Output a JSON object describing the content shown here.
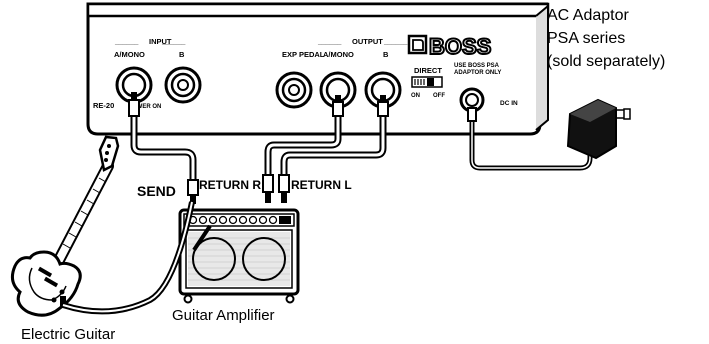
{
  "callouts": {
    "ac_adaptor": [
      "AC Adaptor",
      "PSA series",
      "(sold separately)"
    ],
    "send": "SEND",
    "return_r": "RETURN R",
    "return_l": "RETURN L",
    "guitar_amplifier": "Guitar Amplifier",
    "electric_guitar": "Electric Guitar"
  },
  "pedal_panel": {
    "input_group": "INPUT",
    "input_a": "A/MONO",
    "input_b": "B",
    "exp_pedal": "EXP PEDAL",
    "output_group": "OUTPUT",
    "output_a": "A/MONO",
    "output_b": "B",
    "brand": "BOSS",
    "direct": "DIRECT",
    "direct_on": "ON",
    "direct_off": "OFF",
    "adaptor_note_1": "USE BOSS PSA",
    "adaptor_note_2": "ADAPTOR ONLY",
    "dc_in": "DC IN",
    "model": "RE-20",
    "power_on": "POWER ON"
  }
}
